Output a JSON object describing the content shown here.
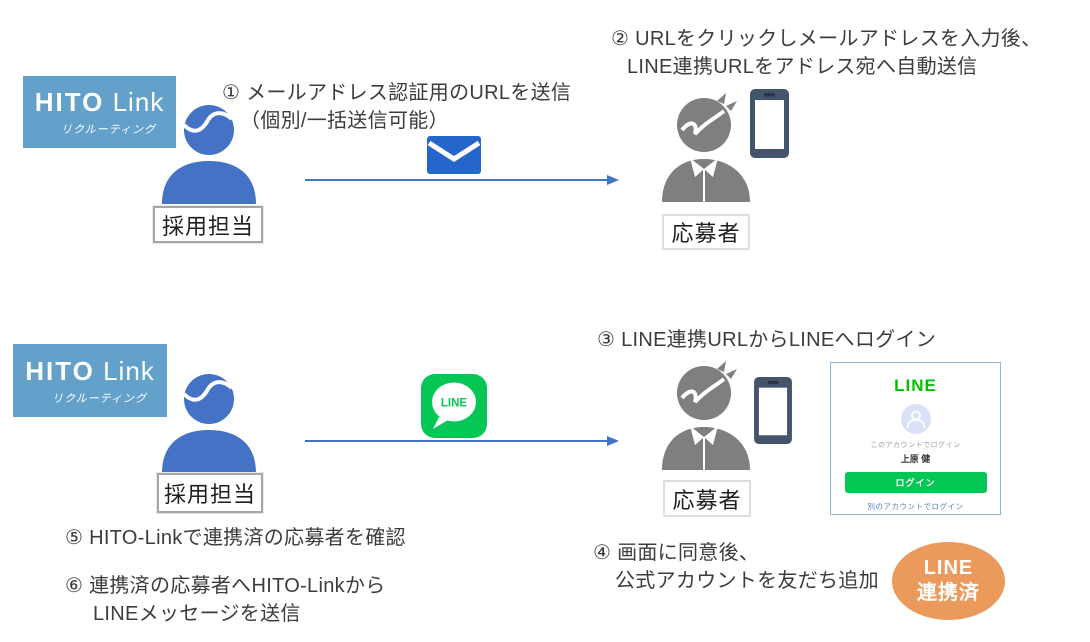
{
  "logo": {
    "title_bold": "HITO",
    "title_light": "Link",
    "subtitle": "リクルーティング"
  },
  "labels": {
    "recruiter": "採用担当",
    "applicant": "応募者"
  },
  "steps": {
    "step1": {
      "line1": "① メールアドレス認証用のURLを送信",
      "line2": "（個別/一括送信可能）"
    },
    "step2": {
      "line1": "② URLをクリックしメールアドレスを入力後、",
      "line2": "LINE連携URLをアドレス宛へ自動送信"
    },
    "step3": {
      "line1": "③ LINE連携URLからLINEへログイン"
    },
    "step4": {
      "line1": "④ 画面に同意後、",
      "line2": "公式アカウントを友だち追加"
    },
    "step5": {
      "line1": "⑤ HITO-Linkで連携済の応募者を確認"
    },
    "step6": {
      "line1": "⑥ 連携済の応募者へHITO-Linkから",
      "line2": "LINEメッセージを送信"
    }
  },
  "line_icon": {
    "label": "LINE"
  },
  "login_screen": {
    "title": "LINE",
    "account_hint": "このアカウントでログイン",
    "account_name": "上原 健",
    "login_button": "ログイン",
    "other_account_link": "別のアカウントでログイン"
  },
  "badge": {
    "line1": "LINE",
    "line2": "連携済"
  },
  "colors": {
    "logo_bg": "#63A1CB",
    "recruiter_blue": "#4472C4",
    "applicant_gray": "#7F7F7F",
    "phone_navy": "#44546A",
    "mail_blue": "#2566CB",
    "arrow_blue": "#4472C4",
    "line_green": "#06C755",
    "login_title_green": "#00C300",
    "badge_orange": "#EC9A5C",
    "login_border": "#8FB4DC"
  }
}
